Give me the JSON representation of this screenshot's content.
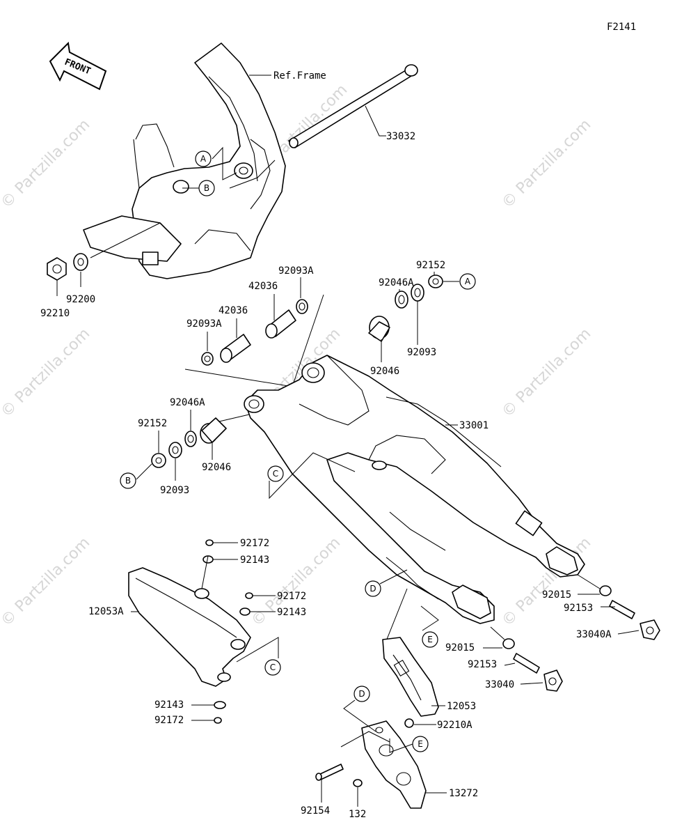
{
  "figure_code": "F2141",
  "front_label": "FRONT",
  "ref_frame_label": "Ref.Frame",
  "watermark_text": "© Partzilla.com",
  "callouts": {
    "a": "A",
    "b": "B",
    "c": "C",
    "d": "D",
    "e": "E"
  },
  "parts": {
    "p33032": "33032",
    "p92200": "92200",
    "p92210": "92210",
    "p92093A_r": "92093A",
    "p42036_r": "42036",
    "p42036_l": "42036",
    "p92093A_l": "92093A",
    "p92046A_r": "92046A",
    "p92152_r": "92152",
    "p92093_r": "92093",
    "p92046_r": "92046",
    "p92046A_l": "92046A",
    "p92152_l": "92152",
    "p92093_l": "92093",
    "p92046_l": "92046",
    "p33001": "33001",
    "p92172_a": "92172",
    "p92143_a": "92143",
    "p92172_b": "92172",
    "p92143_b": "92143",
    "p12053A": "12053A",
    "p92143_c": "92143",
    "p92172_c": "92172",
    "p92015_r": "92015",
    "p92153_r": "92153",
    "p33040A": "33040A",
    "p92015_l": "92015",
    "p92153_l": "92153",
    "p33040": "33040",
    "p12053": "12053",
    "p92210A": "92210A",
    "p13272": "13272",
    "p92154": "92154",
    "p132": "132"
  }
}
